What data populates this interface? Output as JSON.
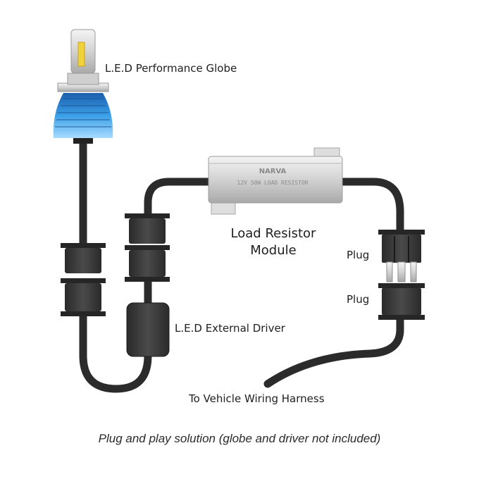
{
  "labels": {
    "globe": "L.E.D Performance Globe",
    "resistor_line1": "Load Resistor",
    "resistor_line2": "Module",
    "plug_top": "Plug",
    "plug_bottom": "Plug",
    "driver": "L.E.D External Driver",
    "harness": "To Vehicle Wiring Harness"
  },
  "resistor_text": {
    "brand": "NARVA",
    "rating": "12V 50W LOAD RESISTOR"
  },
  "caption": "Plug and play solution (globe and driver not included)",
  "colors": {
    "cable": "#2b2b2b",
    "connector": "#3a3a3a",
    "resistor_body": "#d4d4d4",
    "globe_glow": "#3aa0e8",
    "led_chip": "#f2d23a"
  }
}
